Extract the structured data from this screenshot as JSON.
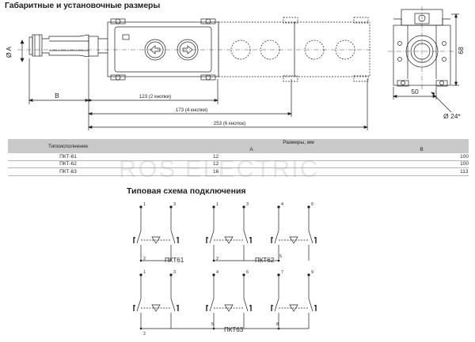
{
  "header": {
    "title": "Габаритные и установочные размеры"
  },
  "drawing": {
    "dim_A": "Ø A",
    "dim_B": "B",
    "dim_123": "123 (2 кнопки)",
    "dim_173": "173 (4 кнопки)",
    "dim_253": "253 (6 кнопок)",
    "dim_68": "68",
    "dim_50": "50",
    "dim_24": "Ø 24*"
  },
  "table": {
    "col_type": "Типоисполнение",
    "col_sizes": "Размеры, мм",
    "col_a": "А",
    "col_b": "В",
    "rows": [
      {
        "type": "ПКТ-61",
        "a": "12",
        "b": "100"
      },
      {
        "type": "ПКТ-62",
        "a": "12",
        "b": "100"
      },
      {
        "type": "ПКТ-63",
        "a": "16",
        "b": "113"
      }
    ]
  },
  "watermark": "ROS ELECTRIC",
  "schema": {
    "title": "Типовая схема подключения",
    "labels": {
      "pkt61": "ПКТ61",
      "pkt62": "ПКТ62",
      "pkt63": "ПКТ63"
    },
    "pins": {
      "p1": "1",
      "p2": "2",
      "p3": "3",
      "p4": "4",
      "p5": "5",
      "p6": "6",
      "p7": "7",
      "p8": "8",
      "p9": "9"
    }
  }
}
